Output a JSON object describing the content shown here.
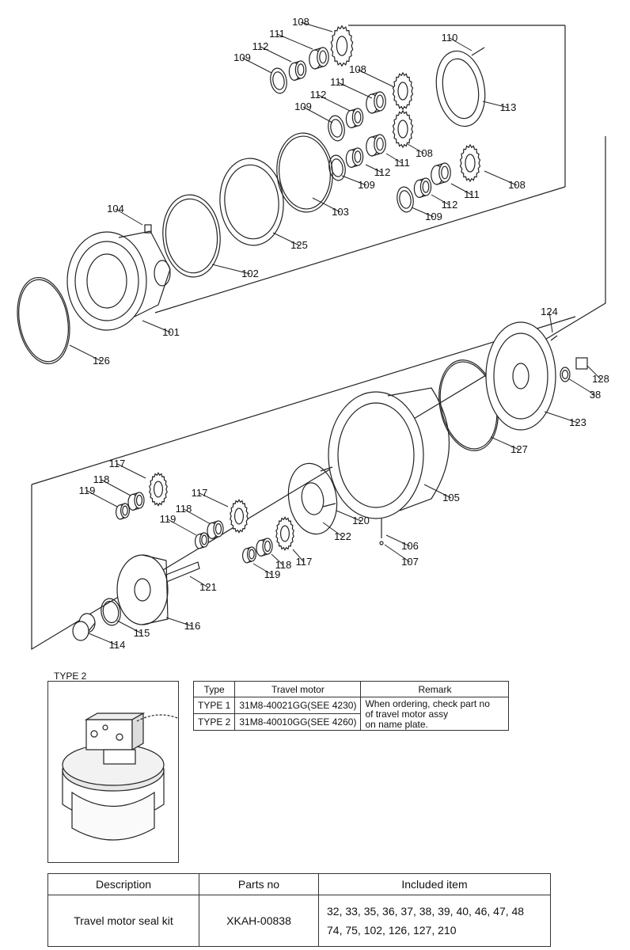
{
  "callouts": {
    "c101": "101",
    "c102": "102",
    "c103": "103",
    "c104": "104",
    "c105": "105",
    "c106": "106",
    "c107": "107",
    "c108a": "108",
    "c108b": "108",
    "c108c": "108",
    "c108d": "108",
    "c109a": "109",
    "c109b": "109",
    "c109c": "109",
    "c109d": "109",
    "c110": "110",
    "c111a": "111",
    "c111b": "111",
    "c111c": "111",
    "c111d": "111",
    "c112a": "112",
    "c112b": "112",
    "c112c": "112",
    "c112d": "112",
    "c113": "113",
    "c114": "114",
    "c115": "115",
    "c116": "116",
    "c117a": "117",
    "c117b": "117",
    "c117c": "117",
    "c118a": "118",
    "c118b": "118",
    "c118c": "118",
    "c119a": "119",
    "c119b": "119",
    "c119c": "119",
    "c120": "120",
    "c121": "121",
    "c122": "122",
    "c123": "123",
    "c124": "124",
    "c125": "125",
    "c126": "126",
    "c127": "127",
    "c128": "128",
    "c38": "38"
  },
  "type2_label": "TYPE 2",
  "motor_table": {
    "headers": [
      "Type",
      "Travel motor",
      "Remark"
    ],
    "rows": [
      {
        "type": "TYPE 1",
        "motor": "31M8-40021GG(SEE 4230)"
      },
      {
        "type": "TYPE 2",
        "motor": "31M8-40010GG(SEE 4260)"
      }
    ],
    "remark_lines": [
      "When ordering, check part no",
      "of travel motor assy",
      "on name plate."
    ]
  },
  "kit_table": {
    "headers": [
      "Description",
      "Parts no",
      "Included item"
    ],
    "row": {
      "description": "Travel motor seal kit",
      "parts_no": "XKAH-00838",
      "included_line1": "32, 33, 35, 36, 37, 38, 39, 40, 46, 47, 48",
      "included_line2": "74, 75, 102, 126, 127, 210"
    }
  }
}
